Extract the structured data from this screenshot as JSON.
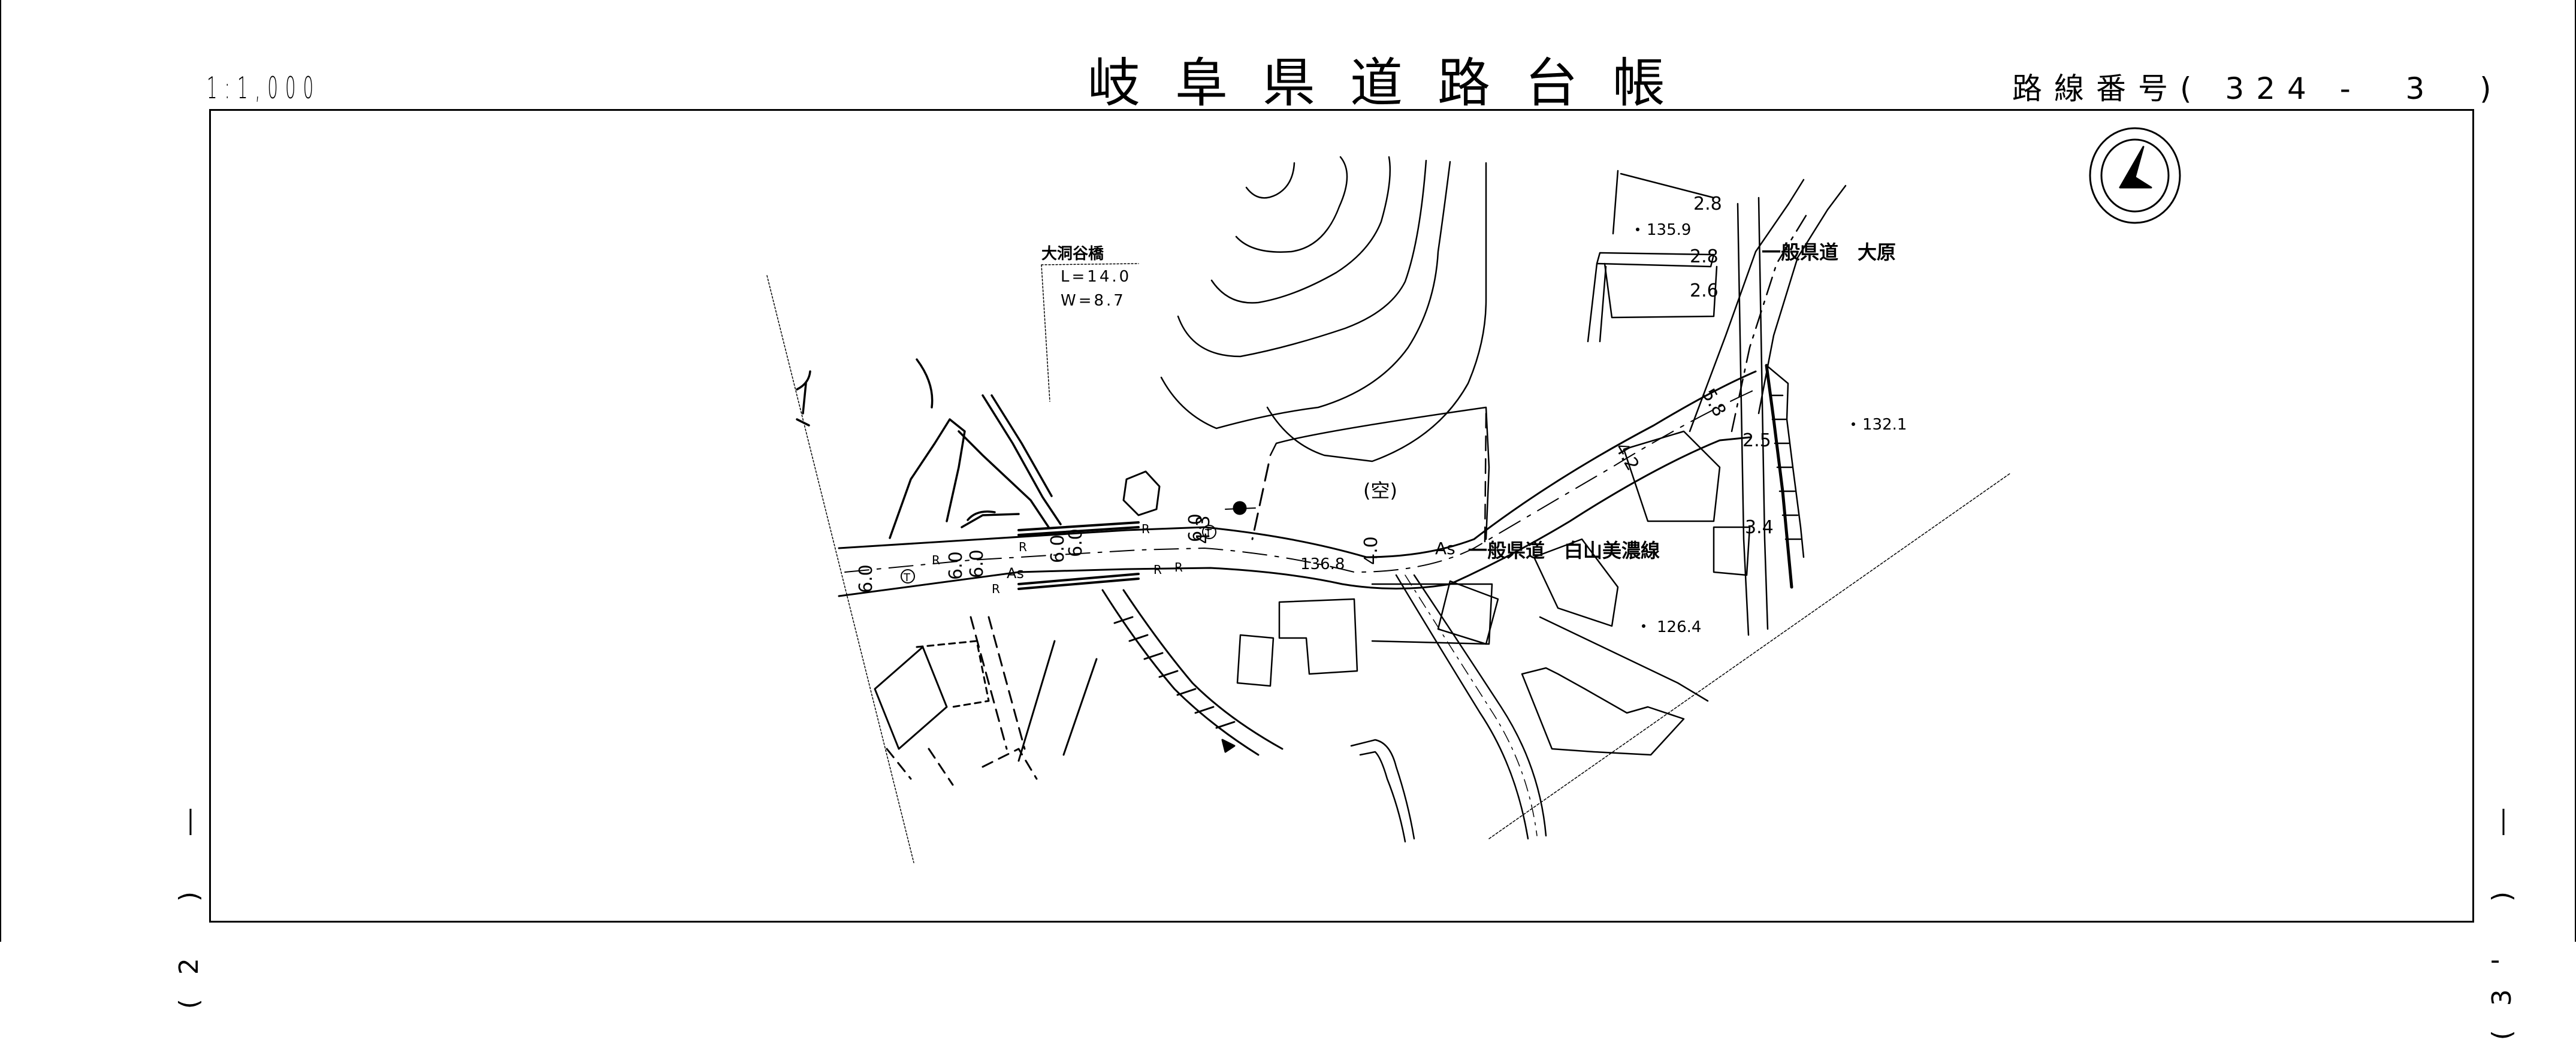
{
  "header": {
    "scale": "1:1,000",
    "title": "岐阜県道路台帳",
    "route_number_label": "路線番号",
    "route_number_value": "( 324 -  3  )"
  },
  "margins": {
    "left_sheet_ref": "(2 ) ―",
    "right_sheet_ref": "(3' ) ―"
  },
  "north_arrow": {
    "icon": "north-arrow-icon"
  },
  "bridge": {
    "name": "大洞谷橋",
    "length": "L=14.0",
    "width": "W=8.7"
  },
  "road_labels": {
    "main_road": "一般県道　白山美濃線",
    "branch_road": "一般県道　大原",
    "surface": "As",
    "surface_2": "As",
    "vacant_lot": "(空)"
  },
  "elevations": [
    "135.9",
    "132.1",
    "126.4",
    "136.8"
  ],
  "dimensions": {
    "d_2_8_top": "2.8",
    "d_2_8_mid": "2.8",
    "d_2_6": "2.6",
    "d_5_8": "5.8",
    "d_4_2": "4.2",
    "d_2_5": "2.5",
    "d_3_4": "3.4",
    "d_4_3": "4.3",
    "d_4_0": "4.0",
    "d_6_0": "6.0"
  },
  "symbols": {
    "reflector": "R",
    "hydrant": "T"
  }
}
